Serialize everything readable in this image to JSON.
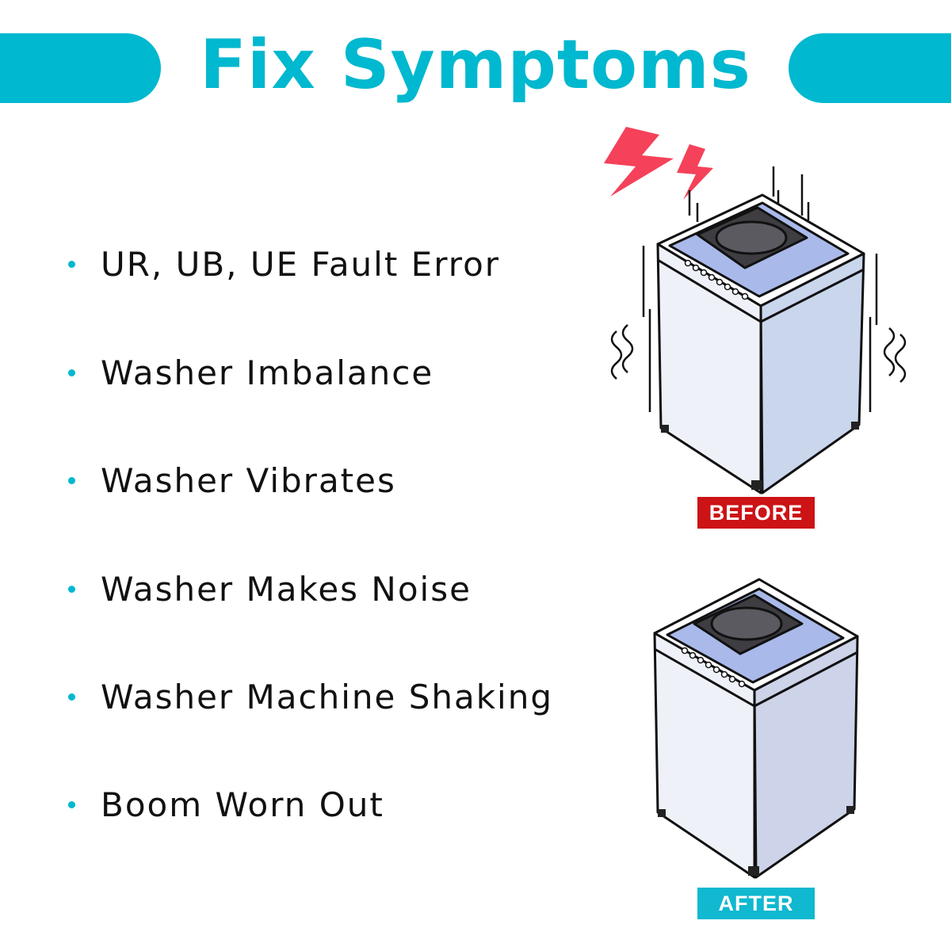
{
  "header": {
    "title": "Fix Symptoms",
    "accent_color": "#00b8cf"
  },
  "symptoms": [
    "UR, UB, UE Fault Error",
    "Washer Imbalance",
    "Washer Vibrates",
    "Washer Makes Noise",
    "Washer Machine Shaking",
    "Boom Worn Out"
  ],
  "illustrations": {
    "before": {
      "icon": "shaking-washer-icon",
      "label": "BEFORE",
      "label_color": "#cc1316"
    },
    "after": {
      "icon": "steady-washer-icon",
      "label": "AFTER",
      "label_color": "#10b8d0"
    }
  }
}
